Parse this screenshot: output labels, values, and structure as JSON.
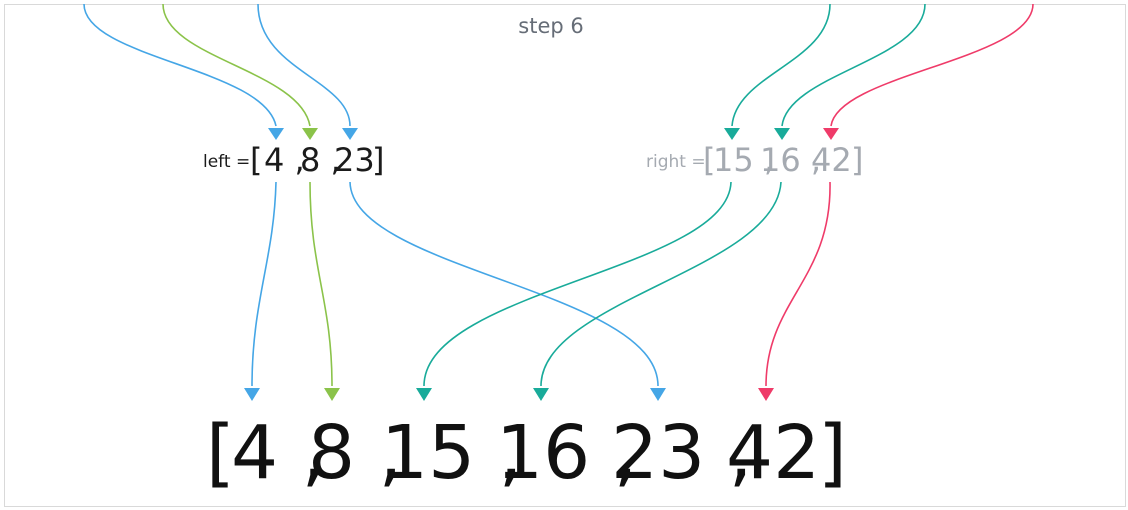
{
  "title": "step 6",
  "left_array": {
    "label": "left =",
    "open": "[",
    "close": "]",
    "values": [
      "4",
      "8",
      "23"
    ]
  },
  "right_array": {
    "label": "right =",
    "open": "[",
    "close": "]",
    "values": [
      "15",
      "16",
      "42"
    ]
  },
  "result_array": {
    "open": "[",
    "close": "]",
    "values": [
      "4",
      "8",
      "15",
      "16",
      "23",
      "42"
    ]
  },
  "colors": {
    "blue": "#45a6e6",
    "green": "#8bc34a",
    "teal": "#19ab9a",
    "red": "#ef3b69",
    "left_text": "#1b1b1b",
    "right_text": "#a5aab1",
    "result_text": "#111111"
  }
}
